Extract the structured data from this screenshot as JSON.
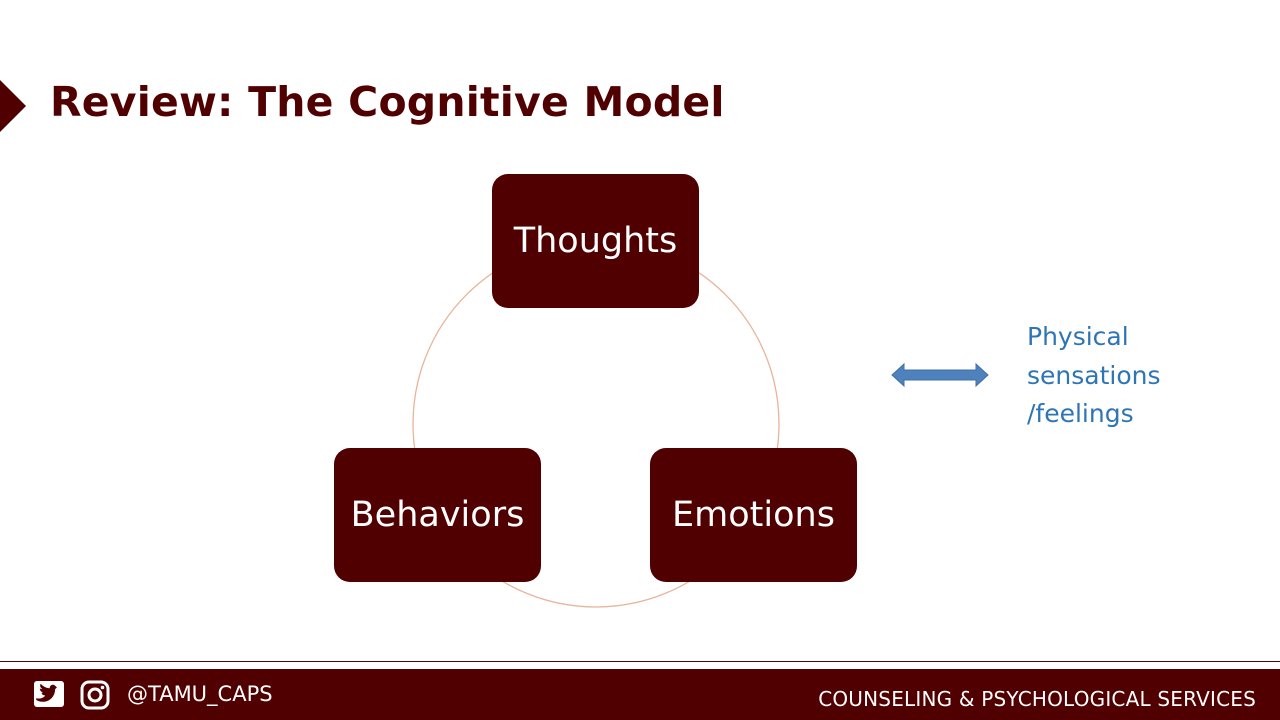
{
  "slide": {
    "title": "Review: The Cognitive Model"
  },
  "diagram": {
    "nodes": [
      {
        "label": "Thoughts"
      },
      {
        "label": "Emotions"
      },
      {
        "label": "Behaviors"
      }
    ],
    "side_note": "Physical\nsensations\n/feelings",
    "arrow_icon": "double-arrow-icon",
    "colors": {
      "node_fill": "#500000",
      "node_text": "#ffffff",
      "ring": "#e8b49a",
      "side_note": "#2e75b6",
      "arrow": "#4f81bd"
    }
  },
  "footer": {
    "social_icons": [
      "twitter-icon",
      "instagram-icon"
    ],
    "handle": "@TAMU_CAPS",
    "org": "COUNSELING & PSYCHOLOGICAL SERVICES",
    "background": "#500000"
  }
}
